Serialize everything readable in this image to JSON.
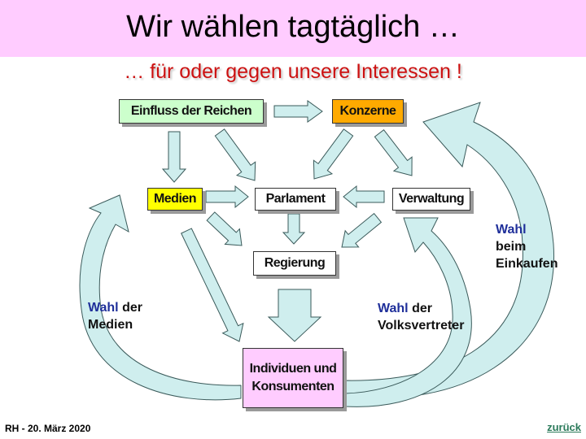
{
  "title": "Wir wählen tagtäglich …",
  "subtitle": "… für oder gegen unsere Interessen !",
  "colors": {
    "header_bg": "#ffccff",
    "subtitle": "#cc1111",
    "arrow_fill": "#cfeeee",
    "arrow_stroke": "#3a5a5a",
    "wahl_text": "#1f2f9a"
  },
  "nodes": {
    "einfluss": {
      "label": "Einfluss der Reichen",
      "color": "#ccffcc"
    },
    "konzerne": {
      "label": "Konzerne",
      "color": "#ffaa00"
    },
    "medien": {
      "label": "Medien",
      "color": "#ffff00"
    },
    "parlament": {
      "label": "Parlament",
      "color": "#ffffff"
    },
    "verwaltung": {
      "label": "Verwaltung",
      "color": "#ffffff"
    },
    "regierung": {
      "label": "Regierung",
      "color": "#ffffff"
    },
    "individuen": {
      "label": "Individuen und Konsumenten",
      "color": "#ffccff"
    }
  },
  "labels": {
    "medien_wahl": {
      "wahl": "Wahl",
      "rest1": " der",
      "rest2": "Medien"
    },
    "volks_wahl": {
      "wahl": "Wahl",
      "rest1": " der",
      "rest2": "Volksvertreter"
    },
    "einkauf_wahl": {
      "wahl": "Wahl",
      "rest1": "beim",
      "rest2": "Einkaufen"
    }
  },
  "footer": {
    "left": "RH - 20. März 2020",
    "right": "zurück"
  }
}
